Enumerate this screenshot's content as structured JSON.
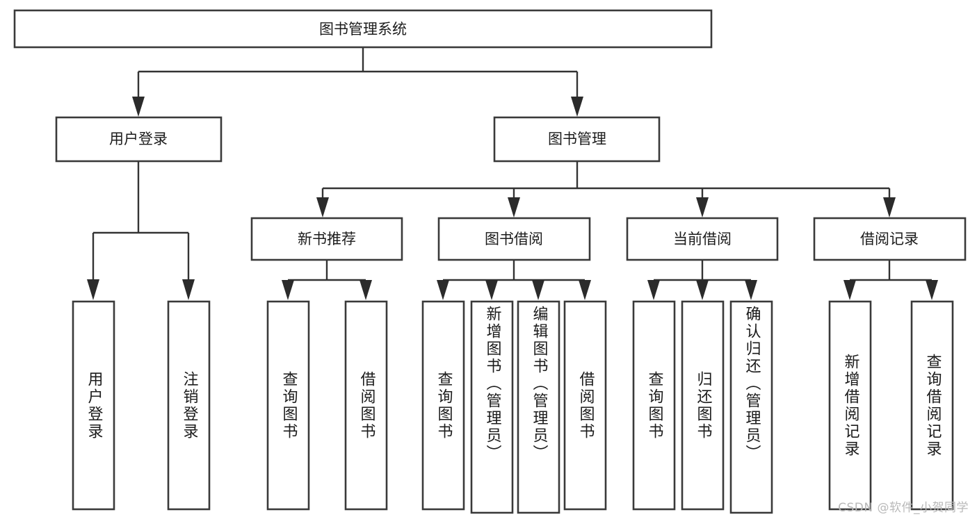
{
  "diagram": {
    "type": "tree",
    "title": "图书管理系统",
    "watermark": "CSDN @软件_小贺同学",
    "nodes": {
      "root": {
        "label": "图书管理系统",
        "orientation": "horizontal"
      },
      "user_login": {
        "label": "用户登录",
        "orientation": "horizontal"
      },
      "book_manage": {
        "label": "图书管理",
        "orientation": "horizontal"
      },
      "new_book_rec": {
        "label": "新书推荐",
        "orientation": "horizontal"
      },
      "book_borrow": {
        "label": "图书借阅",
        "orientation": "horizontal"
      },
      "current_borrow": {
        "label": "当前借阅",
        "orientation": "horizontal"
      },
      "borrow_record": {
        "label": "借阅记录",
        "orientation": "horizontal"
      },
      "leaf_user_login": {
        "label": "用户登录",
        "orientation": "vertical"
      },
      "leaf_logout": {
        "label": "注销登录",
        "orientation": "vertical"
      },
      "leaf_query_book_1": {
        "label": "查询图书",
        "orientation": "vertical"
      },
      "leaf_borrow_book_1": {
        "label": "借阅图书",
        "orientation": "vertical"
      },
      "leaf_query_book_2": {
        "label": "查询图书",
        "orientation": "vertical"
      },
      "leaf_add_book": {
        "label": "新增图书（管理员）",
        "orientation": "vertical"
      },
      "leaf_edit_book": {
        "label": "编辑图书（管理员）",
        "orientation": "vertical"
      },
      "leaf_borrow_book_2": {
        "label": "借阅图书",
        "orientation": "vertical"
      },
      "leaf_query_book_3": {
        "label": "查询图书",
        "orientation": "vertical"
      },
      "leaf_return_book": {
        "label": "归还图书",
        "orientation": "vertical"
      },
      "leaf_confirm_return": {
        "label": "确认归还（管理员）",
        "orientation": "vertical"
      },
      "leaf_add_record": {
        "label": "新增借阅记录",
        "orientation": "vertical"
      },
      "leaf_query_record": {
        "label": "查询借阅记录",
        "orientation": "vertical"
      }
    },
    "edges": [
      {
        "from": "root",
        "to": "user_login"
      },
      {
        "from": "root",
        "to": "book_manage"
      },
      {
        "from": "user_login",
        "to": "leaf_user_login"
      },
      {
        "from": "user_login",
        "to": "leaf_logout"
      },
      {
        "from": "book_manage",
        "to": "new_book_rec"
      },
      {
        "from": "book_manage",
        "to": "book_borrow"
      },
      {
        "from": "book_manage",
        "to": "current_borrow"
      },
      {
        "from": "book_manage",
        "to": "borrow_record"
      },
      {
        "from": "new_book_rec",
        "to": "leaf_query_book_1"
      },
      {
        "from": "new_book_rec",
        "to": "leaf_borrow_book_1"
      },
      {
        "from": "book_borrow",
        "to": "leaf_query_book_2"
      },
      {
        "from": "book_borrow",
        "to": "leaf_add_book"
      },
      {
        "from": "book_borrow",
        "to": "leaf_edit_book"
      },
      {
        "from": "book_borrow",
        "to": "leaf_borrow_book_2"
      },
      {
        "from": "current_borrow",
        "to": "leaf_query_book_3"
      },
      {
        "from": "current_borrow",
        "to": "leaf_return_book"
      },
      {
        "from": "current_borrow",
        "to": "leaf_confirm_return"
      },
      {
        "from": "borrow_record",
        "to": "leaf_add_record"
      },
      {
        "from": "borrow_record",
        "to": "leaf_query_record"
      }
    ],
    "colors": {
      "box_stroke": "#3a3a3a",
      "box_fill": "#ffffff",
      "edge": "#333333",
      "text": "#1b1b1b",
      "watermark": "#b9b9b9",
      "background": "#ffffff"
    }
  }
}
